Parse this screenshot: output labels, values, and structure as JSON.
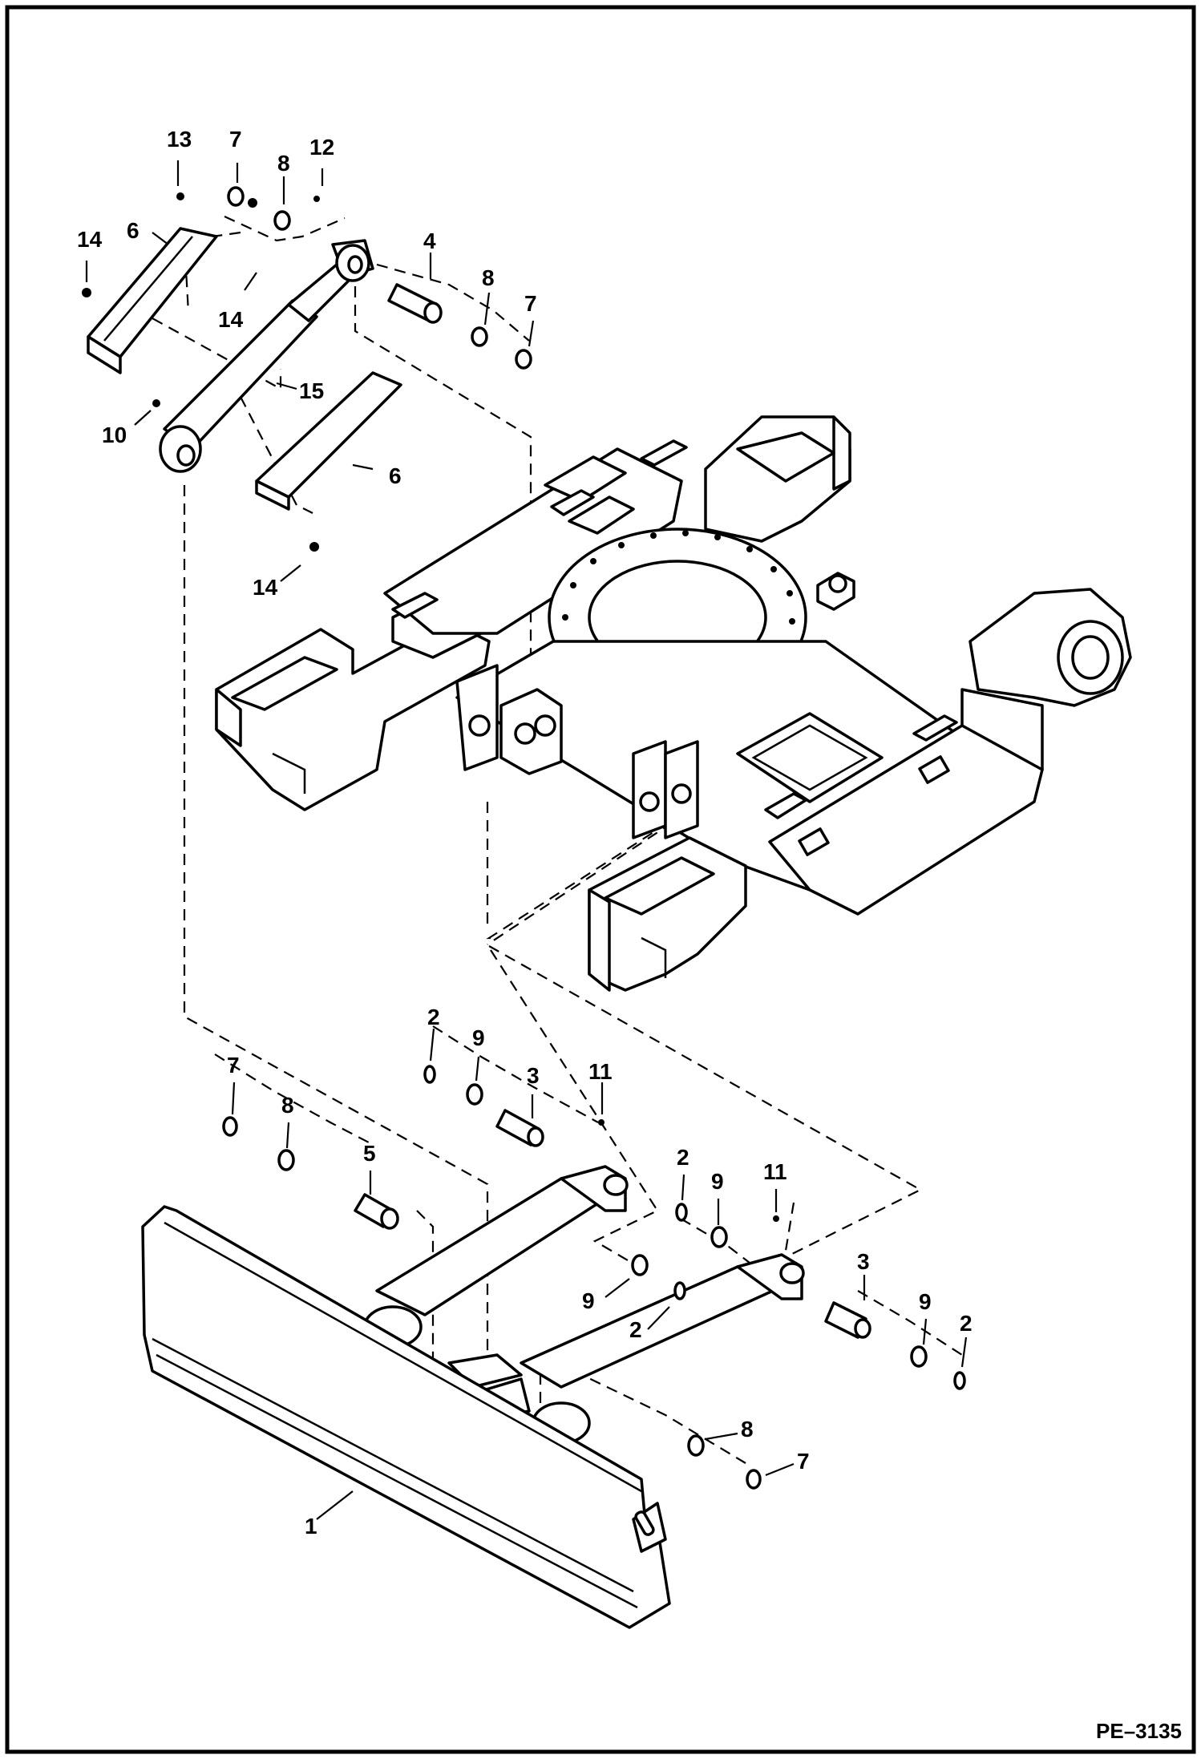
{
  "figure": {
    "code": "PE–3135"
  },
  "callouts": [
    {
      "id": "c13",
      "text": "13"
    },
    {
      "id": "c7a",
      "text": "7"
    },
    {
      "id": "c12",
      "text": "12"
    },
    {
      "id": "c8a",
      "text": "8"
    },
    {
      "id": "c14a",
      "text": "14"
    },
    {
      "id": "c6a",
      "text": "6"
    },
    {
      "id": "c4",
      "text": "4"
    },
    {
      "id": "c8b",
      "text": "8"
    },
    {
      "id": "c7b",
      "text": "7"
    },
    {
      "id": "c14b",
      "text": "14"
    },
    {
      "id": "c15",
      "text": "15"
    },
    {
      "id": "c10",
      "text": "10"
    },
    {
      "id": "c6b",
      "text": "6"
    },
    {
      "id": "c14c",
      "text": "14"
    },
    {
      "id": "c2a",
      "text": "2"
    },
    {
      "id": "c9a",
      "text": "9"
    },
    {
      "id": "c3a",
      "text": "3"
    },
    {
      "id": "c11a",
      "text": "11"
    },
    {
      "id": "c7c",
      "text": "7"
    },
    {
      "id": "c8c",
      "text": "8"
    },
    {
      "id": "c5",
      "text": "5"
    },
    {
      "id": "c2b",
      "text": "2"
    },
    {
      "id": "c9b",
      "text": "9"
    },
    {
      "id": "c11b",
      "text": "11"
    },
    {
      "id": "c9c",
      "text": "9"
    },
    {
      "id": "c2c",
      "text": "2"
    },
    {
      "id": "c3b",
      "text": "3"
    },
    {
      "id": "c9d",
      "text": "9"
    },
    {
      "id": "c2d",
      "text": "2"
    },
    {
      "id": "c8d",
      "text": "8"
    },
    {
      "id": "c7d",
      "text": "7"
    },
    {
      "id": "c1",
      "text": "1"
    }
  ]
}
